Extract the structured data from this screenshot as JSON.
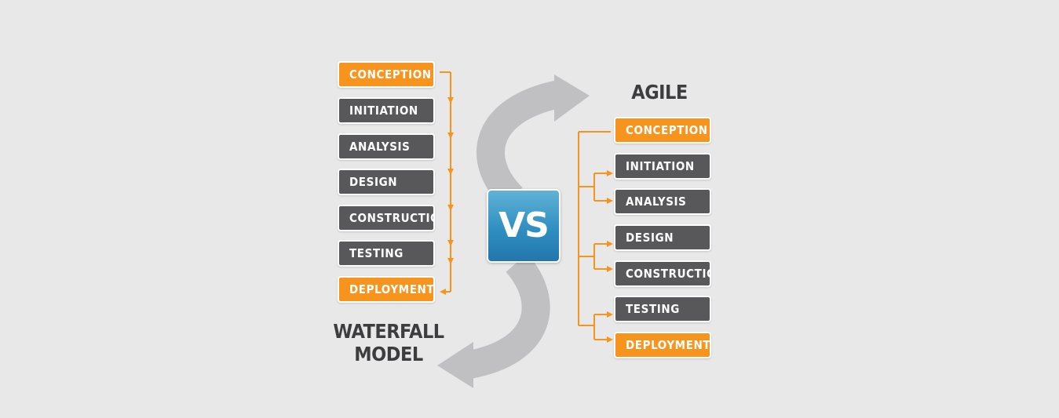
{
  "colors": {
    "background": "#e8e8e9",
    "dark_step": "#58585a",
    "orange_step": "#f7941e",
    "connector": "#f7941e",
    "swirl_arrow": "#c0c0c2",
    "vs_badge": "#2f8fc0"
  },
  "waterfall": {
    "title_line1": "WATERFALL",
    "title_line2": "MODEL",
    "steps": [
      {
        "label": "CONCEPTION",
        "style": "orange"
      },
      {
        "label": "INITIATION",
        "style": "dark"
      },
      {
        "label": "ANALYSIS",
        "style": "dark"
      },
      {
        "label": "DESIGN",
        "style": "dark"
      },
      {
        "label": "CONSTRUCTION",
        "style": "dark"
      },
      {
        "label": "TESTING",
        "style": "dark"
      },
      {
        "label": "DEPLOYMENT",
        "style": "orange"
      }
    ]
  },
  "agile": {
    "title": "AGILE",
    "steps": [
      {
        "label": "CONCEPTION",
        "style": "orange"
      },
      {
        "label": "INITIATION",
        "style": "dark"
      },
      {
        "label": "ANALYSIS",
        "style": "dark"
      },
      {
        "label": "DESIGN",
        "style": "dark"
      },
      {
        "label": "CONSTRUCTION",
        "style": "dark"
      },
      {
        "label": "TESTING",
        "style": "dark"
      },
      {
        "label": "DEPLOYMENT",
        "style": "orange"
      }
    ]
  },
  "versus": {
    "label": "VS",
    "icon": "swap-arrows-icon"
  }
}
